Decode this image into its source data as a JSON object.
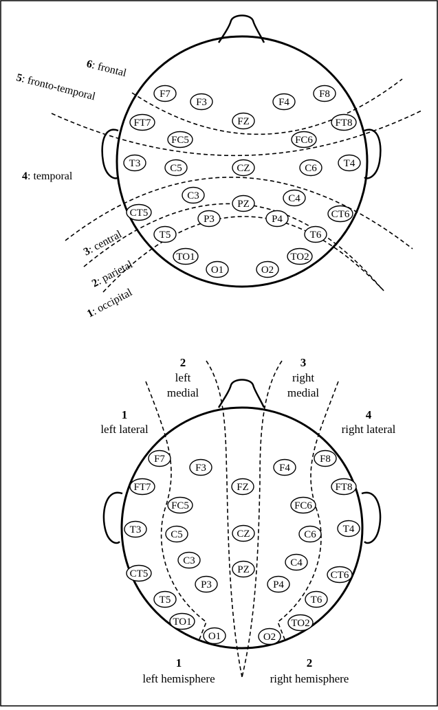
{
  "top_diagram": {
    "electrodes": [
      "F7",
      "F3",
      "F4",
      "F8",
      "FT7",
      "FZ",
      "FT8",
      "FC5",
      "FC6",
      "T3",
      "C5",
      "CZ",
      "C6",
      "T4",
      "C3",
      "C4",
      "PZ",
      "CT5",
      "P3",
      "P4",
      "CT6",
      "T5",
      "T6",
      "TO1",
      "TO2",
      "O1",
      "O2"
    ],
    "regions": [
      {
        "num": "6",
        "name": ": frontal"
      },
      {
        "num": "5",
        "name": ": fronto-temporal"
      },
      {
        "num": "4",
        "name": ": temporal"
      },
      {
        "num": "3",
        "name": ": central"
      },
      {
        "num": "2",
        "name": ": parietal"
      },
      {
        "num": "1",
        "name": ": occipital"
      }
    ]
  },
  "bottom_diagram": {
    "electrodes": [
      "F7",
      "F3",
      "FZ",
      "F4",
      "F8",
      "FT7",
      "FT8",
      "FC5",
      "FC6",
      "T3",
      "C5",
      "CZ",
      "C6",
      "T4",
      "C3",
      "C4",
      "PZ",
      "CT5",
      "P3",
      "P4",
      "CT6",
      "T5",
      "T6",
      "TO1",
      "TO2",
      "O1",
      "O2"
    ],
    "zones": [
      {
        "num": "1",
        "name": "left lateral"
      },
      {
        "num": "2",
        "name": "left",
        "name2": "medial"
      },
      {
        "num": "3",
        "name": "right",
        "name2": "medial"
      },
      {
        "num": "4",
        "name": "right lateral"
      }
    ],
    "hemispheres": [
      {
        "num": "1",
        "name": "left hemisphere"
      },
      {
        "num": "2",
        "name": "right hemisphere"
      }
    ]
  }
}
